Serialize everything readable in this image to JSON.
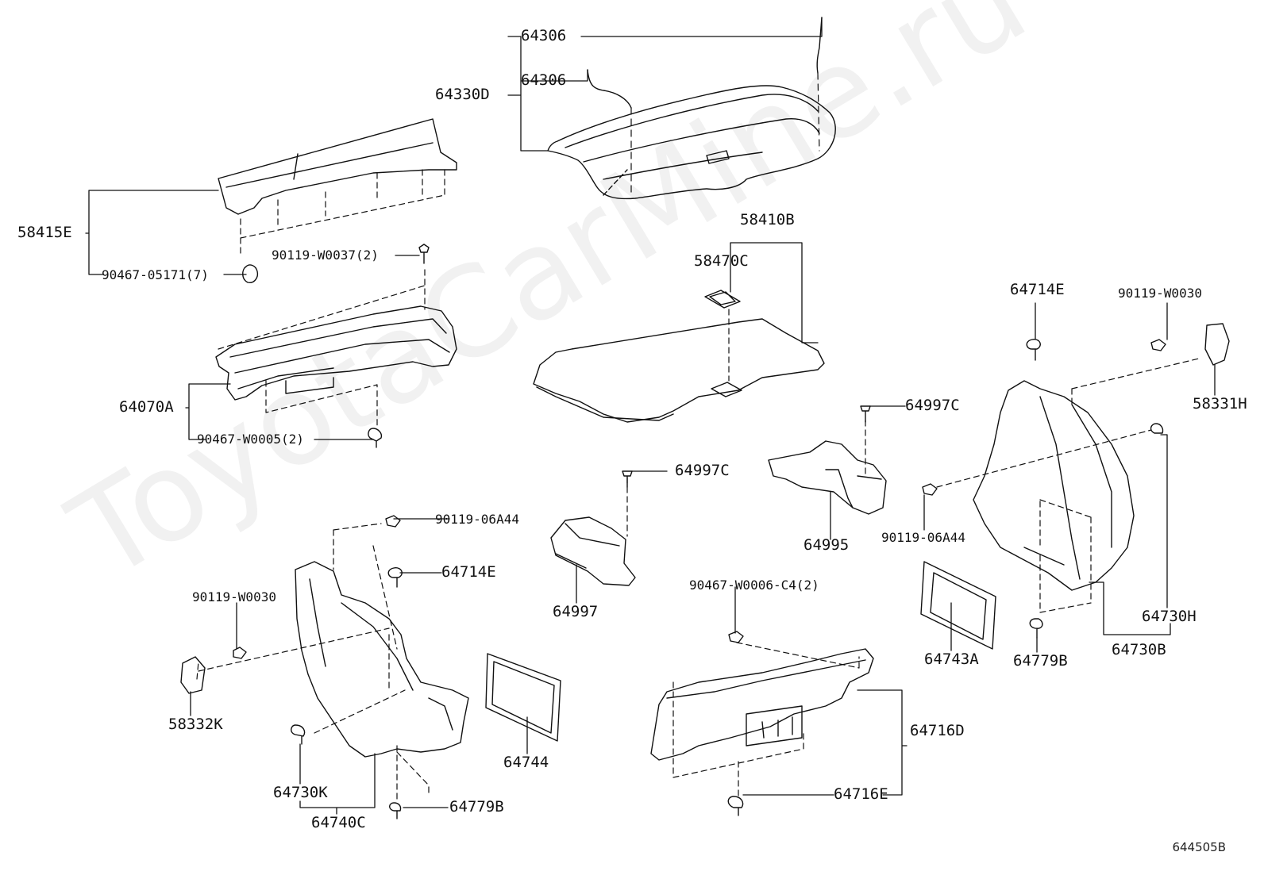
{
  "watermark": "ToyotaCarMine.ru",
  "diagram_code": "644505B",
  "callouts": {
    "c64306_top": "64306",
    "c64306_mid": "64306",
    "c64330D": "64330D",
    "c58415E": "58415E",
    "c90467_05171": "90467-05171(7)",
    "c90119_W0037": "90119-W0037(2)",
    "c64070A": "64070A",
    "c90467_W0005": "90467-W0005(2)",
    "c58410B": "58410B",
    "c58470C": "58470C",
    "c64714E_right": "64714E",
    "c90119_W0030_right": "90119-W0030",
    "c58331H": "58331H",
    "c64997C_right": "64997C",
    "c64997C_mid": "64997C",
    "c90119_06A44_right": "90119-06A44",
    "c64995": "64995",
    "c90119_06A44_left": "90119-06A44",
    "c64714E_left": "64714E",
    "c64997": "64997",
    "c90119_W0030_left": "90119-W0030",
    "c90467_W0006": "90467-W0006-C4(2)",
    "c64743A": "64743A",
    "c64779B_right": "64779B",
    "c64730H": "64730H",
    "c64730B": "64730B",
    "c58332K": "58332K",
    "c64744": "64744",
    "c64716D": "64716D",
    "c64730K": "64730K",
    "c64716E": "64716E",
    "c64740C": "64740C",
    "c64779B_left": "64779B"
  }
}
